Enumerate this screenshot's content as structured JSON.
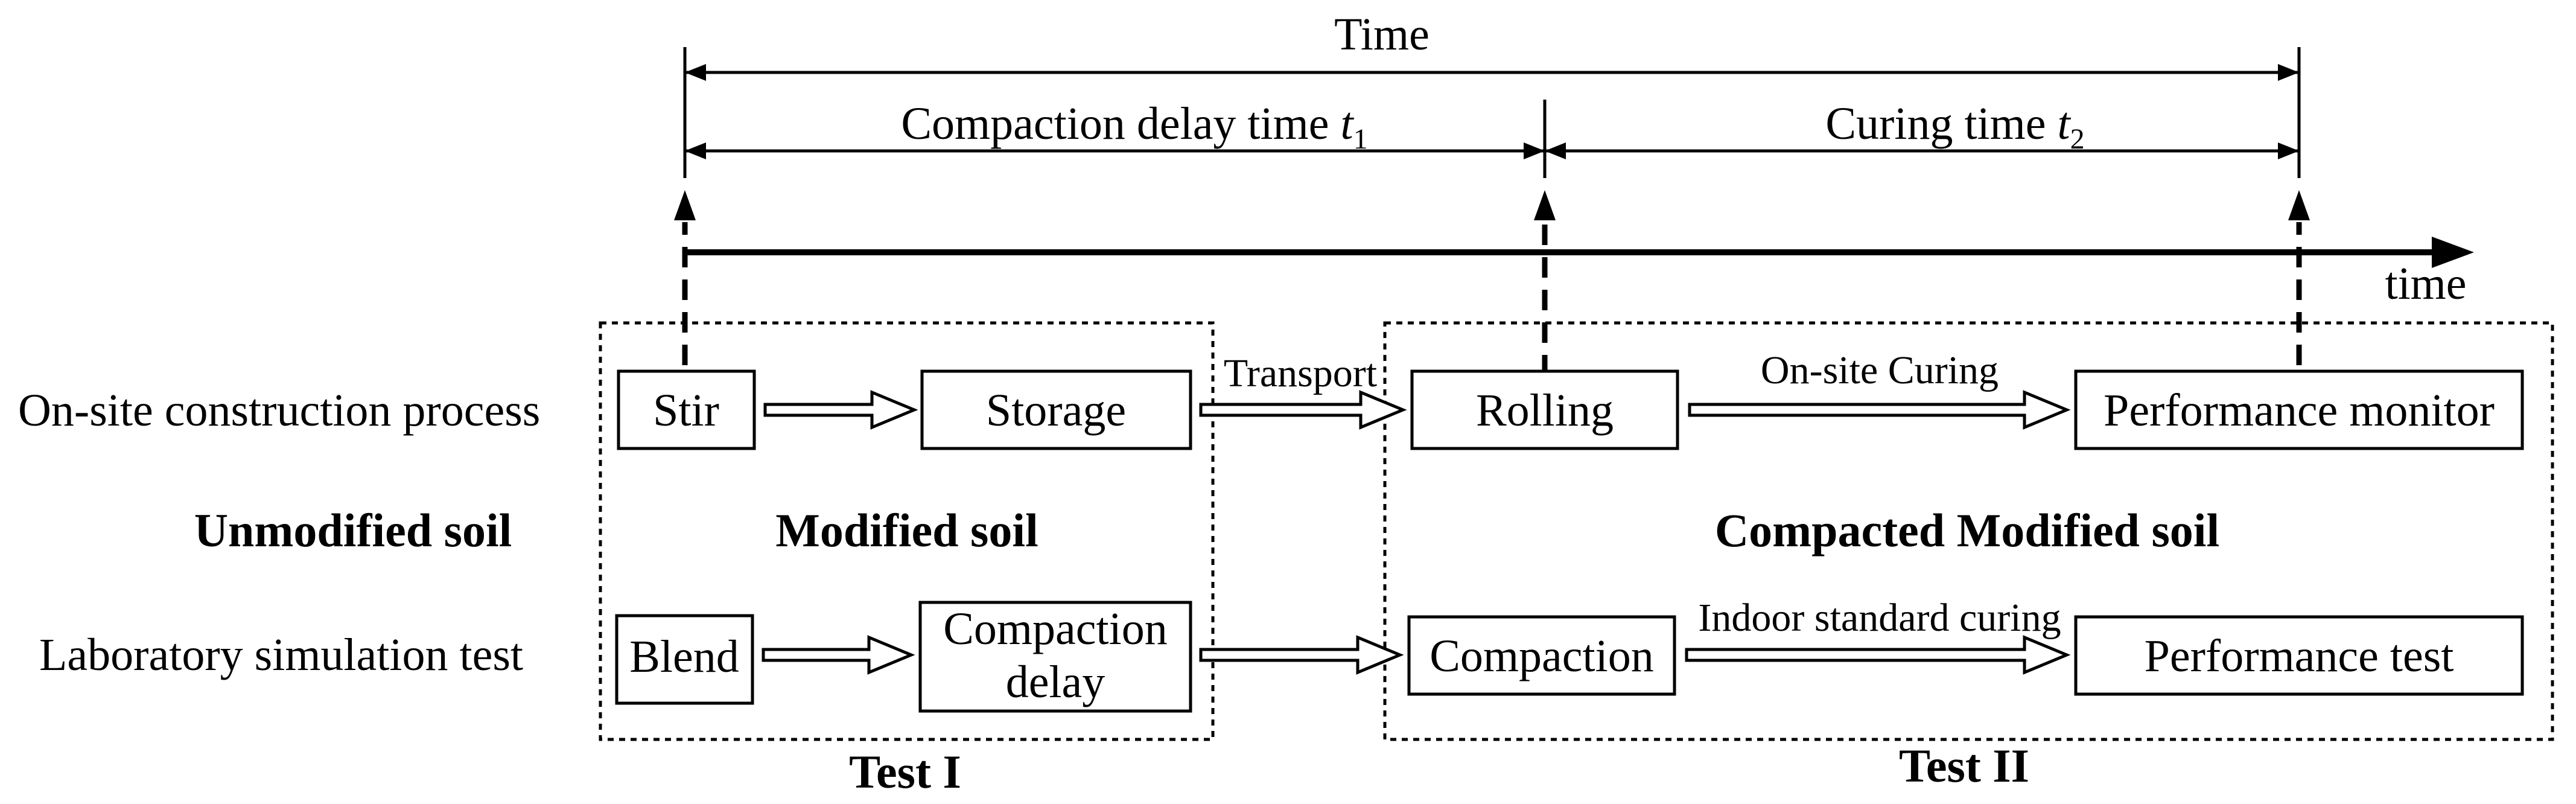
{
  "timeline": {
    "total_label": "Time",
    "delay_label": "Compaction delay time ",
    "delay_var": "t",
    "delay_sub": "1",
    "curing_label": "Curing time ",
    "curing_var": "t",
    "curing_sub": "2",
    "axis_label": "time"
  },
  "rows": {
    "onsite": "On-site construction process",
    "lab": "Laboratory simulation test"
  },
  "states": {
    "unmodified": "Unmodified soil",
    "modified": "Modified soil",
    "compacted": "Compacted Modified soil"
  },
  "onsite_steps": {
    "stir": "Stir",
    "storage": "Storage",
    "transport": "Transport",
    "rolling": "Rolling",
    "curing": "On-site Curing",
    "monitor": "Performance monitor"
  },
  "lab_steps": {
    "blend": "Blend",
    "delay_line1": "Compaction",
    "delay_line2": "delay",
    "compaction": "Compaction",
    "curing": "Indoor standard curing",
    "test": "Performance test"
  },
  "tests": {
    "test1": "Test I",
    "test2": "Test II"
  }
}
